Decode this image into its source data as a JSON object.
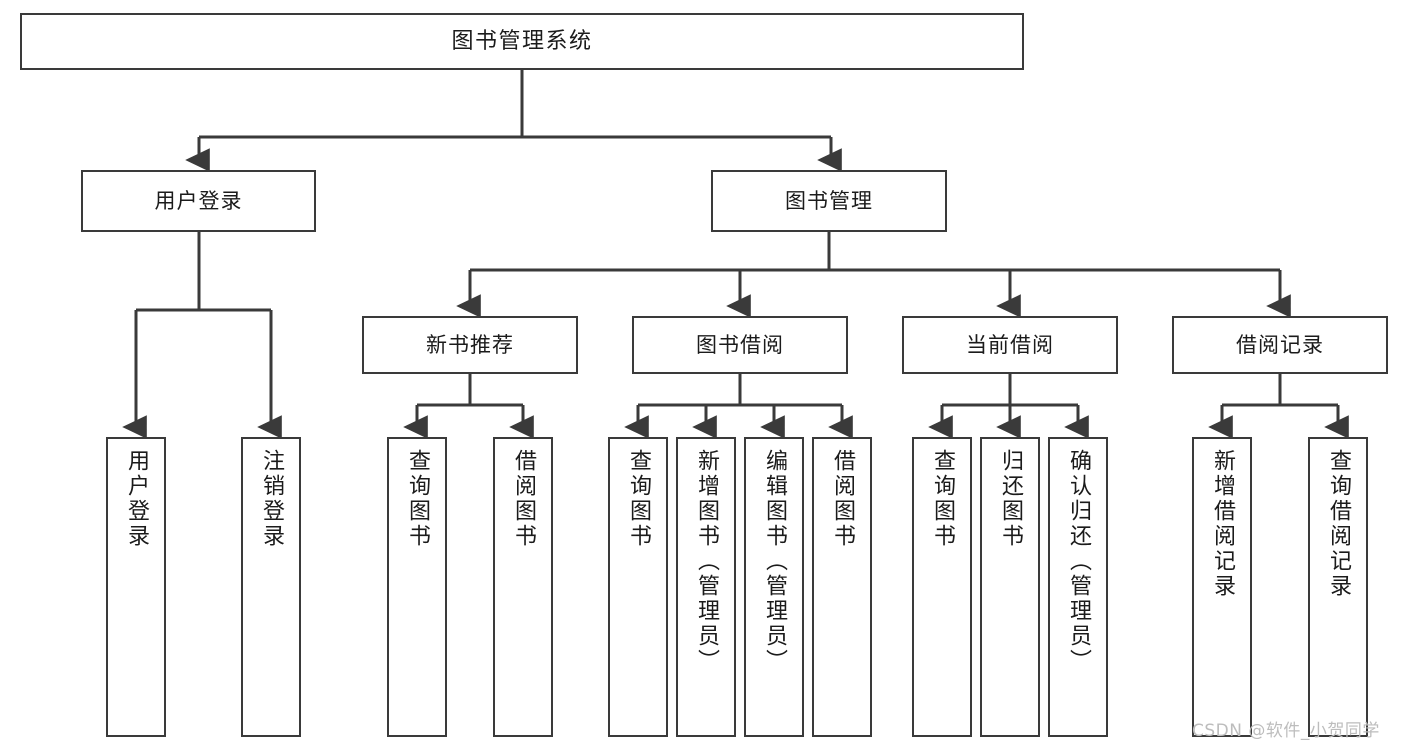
{
  "diagram": {
    "title": "图书管理系统",
    "type": "tree-hierarchy-chart",
    "orientation": "top-down",
    "colors": {
      "node_border": "#3a3a3a",
      "node_fill": "#ffffff",
      "edge": "#3a3a3a",
      "text": "#1b1b1b",
      "watermark": "#bdbdbd",
      "background": "#ffffff"
    },
    "root": {
      "id": "root",
      "label": "图书管理系统"
    },
    "level2": [
      {
        "id": "user-login",
        "label": "用户登录"
      },
      {
        "id": "book-management",
        "label": "图书管理"
      }
    ],
    "level3": [
      {
        "id": "new-book-recommend",
        "label": "新书推荐"
      },
      {
        "id": "book-borrow",
        "label": "图书借阅"
      },
      {
        "id": "current-borrow",
        "label": "当前借阅"
      },
      {
        "id": "borrow-record",
        "label": "借阅记录"
      }
    ],
    "leaves": {
      "user_login": [
        {
          "id": "leaf-user-login",
          "label": "用户登录"
        },
        {
          "id": "leaf-logout-login",
          "label": "注销登录"
        }
      ],
      "new_book_recommend": [
        {
          "id": "leaf-query-book-1",
          "label": "查询图书"
        },
        {
          "id": "leaf-borrow-book-1",
          "label": "借阅图书"
        }
      ],
      "book_borrow": [
        {
          "id": "leaf-query-book-2",
          "label": "查询图书"
        },
        {
          "id": "leaf-add-book",
          "label": "新增图书（管理员）"
        },
        {
          "id": "leaf-edit-book",
          "label": "编辑图书（管理员）"
        },
        {
          "id": "leaf-borrow-book-2",
          "label": "借阅图书"
        }
      ],
      "current_borrow": [
        {
          "id": "leaf-query-book-3",
          "label": "查询图书"
        },
        {
          "id": "leaf-return-book",
          "label": "归还图书"
        },
        {
          "id": "leaf-confirm-return",
          "label": "确认归还（管理员）"
        }
      ],
      "borrow_record": [
        {
          "id": "leaf-add-record",
          "label": "新增借阅记录"
        },
        {
          "id": "leaf-query-record",
          "label": "查询借阅记录"
        }
      ]
    }
  },
  "watermark": {
    "text": "CSDN @软件_小贺同学"
  }
}
